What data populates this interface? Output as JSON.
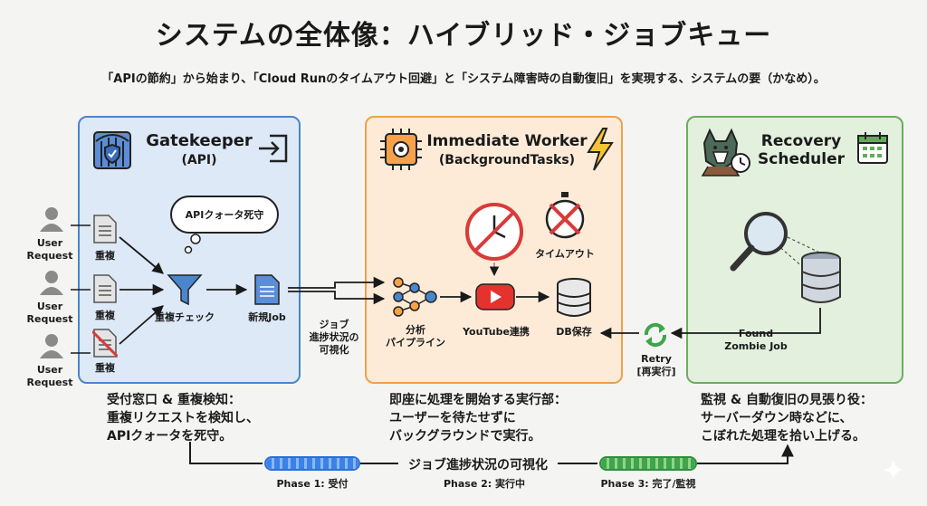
{
  "header": {
    "title": "システムの全体像：ハイブリッド・ジョブキュー",
    "subtitle": "「APIの節約」から始まり、「Cloud Runのタイムアウト回避」と「システム障害時の自動復旧」を実現する、システムの要（かなめ）。"
  },
  "gatekeeper": {
    "title": "Gatekeeper",
    "subtitle": "(API)",
    "quota_cloud": "APIクォータ死守",
    "users": [
      {
        "line1": "User",
        "line2": "Request"
      },
      {
        "line1": "User",
        "line2": "Request"
      },
      {
        "line1": "User",
        "line2": "Request"
      }
    ],
    "docs": [
      "重複",
      "重複",
      "重複"
    ],
    "filter_label": "重複チェック",
    "newjob_label": "新規Job",
    "description": [
      "受付窓口 & 重複検知：",
      "重複リクエストを検知し、",
      "APIクォータを死守。"
    ]
  },
  "connector": {
    "label": [
      "ジョブ",
      "進捗状況の",
      "可視化"
    ]
  },
  "worker": {
    "title": "Immediate Worker",
    "subtitle": "(BackgroundTasks)",
    "timeout_label": "タイムアウト",
    "pipeline_label": [
      "分析",
      "パイプライン"
    ],
    "youtube_label": "YouTube連携",
    "db_label": "DB保存",
    "description": [
      "即座に処理を開始する実行部：",
      "ユーザーを待たせずに",
      "バックグラウンドで実行。"
    ]
  },
  "recovery": {
    "title": [
      "Recovery",
      "Scheduler"
    ],
    "found_label": [
      "Found",
      "Zombie Job"
    ],
    "retry_label": [
      "Retry",
      "[再実行]"
    ],
    "description": [
      "監視 & 自動復旧の見張り役：",
      "サーバーダウン時などに、",
      "こぼれた処理を拾い上げる。"
    ]
  },
  "progress": {
    "label": "ジョブ進捗状況の可視化",
    "phases": [
      {
        "label": "Phase 1: 受付"
      },
      {
        "label": "Phase 2: 実行中"
      },
      {
        "label": "Phase 3: 完了/監視"
      }
    ]
  },
  "colors": {
    "gate_bg": "#dde9f7",
    "gate_border": "#4a86cc",
    "worker_bg": "#fdebd8",
    "worker_border": "#f0a04b",
    "recov_bg": "#e2f0dd",
    "recov_border": "#6aae5c"
  }
}
